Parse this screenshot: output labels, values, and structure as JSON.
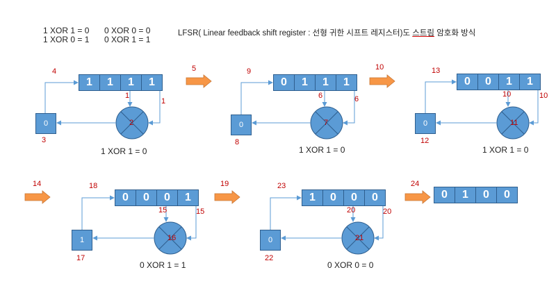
{
  "truth_table": {
    "line1_left": "1 XOR 1 = 0",
    "line1_right": "0 XOR 0 = 0",
    "line2_left": "1 XOR 0 = 1",
    "line2_right": "0 XOR 1 = 1"
  },
  "title": {
    "prefix": "LFSR( Linear feedback shift register : 선형 귀한 시프트 레지스터)도 ",
    "underlined": "스트림",
    "suffix": " 암호화 방식"
  },
  "colors": {
    "register": "#5b9bd5",
    "arrow": "#f79646",
    "step_number": "#c00000"
  },
  "step_arrows": [
    {
      "label": "5",
      "icon": "arrow-right-icon"
    },
    {
      "label": "10",
      "icon": "arrow-right-icon"
    },
    {
      "label": "14",
      "icon": "arrow-right-icon"
    },
    {
      "label": "19",
      "icon": "arrow-right-icon"
    },
    {
      "label": "24",
      "icon": "arrow-right-icon"
    }
  ],
  "stages": [
    {
      "register": [
        "1",
        "1",
        "1",
        "1"
      ],
      "feedback_box": "0",
      "xor_label": "2",
      "tap_left": "1",
      "tap_right": "1",
      "loop_label": "4",
      "box_label": "3",
      "equation": "1 XOR 1 = 0"
    },
    {
      "register": [
        "0",
        "1",
        "1",
        "1"
      ],
      "feedback_box": "0",
      "xor_label": "7",
      "tap_left": "6",
      "tap_right": "6",
      "loop_label": "9",
      "box_label": "8",
      "equation": "1 XOR 1 = 0"
    },
    {
      "register": [
        "0",
        "0",
        "1",
        "1"
      ],
      "feedback_box": "0",
      "xor_label": "11",
      "tap_left": "10",
      "tap_right": "10",
      "loop_label": "13",
      "box_label": "12",
      "equation": "1 XOR 1 = 0"
    },
    {
      "register": [
        "0",
        "0",
        "0",
        "1"
      ],
      "feedback_box": "1",
      "xor_label": "16",
      "tap_left": "15",
      "tap_right": "15",
      "loop_label": "18",
      "box_label": "17",
      "equation": "0 XOR 1 = 1"
    },
    {
      "register": [
        "1",
        "0",
        "0",
        "0"
      ],
      "feedback_box": "0",
      "xor_label": "21",
      "tap_left": "20",
      "tap_right": "20",
      "loop_label": "23",
      "box_label": "22",
      "equation": "0 XOR 0 = 0"
    }
  ],
  "final_register": [
    "0",
    "1",
    "0",
    "0"
  ]
}
